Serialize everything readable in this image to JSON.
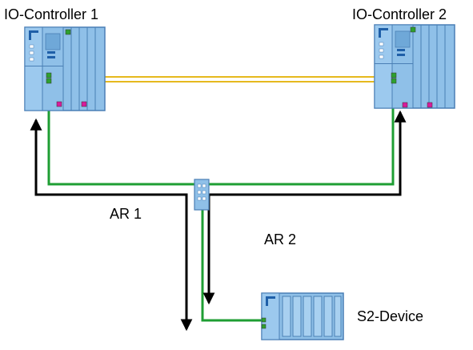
{
  "labels": {
    "controller_1": "IO-Controller 1",
    "controller_2": "IO-Controller 2",
    "device": "S2-Device",
    "ar_1": "AR 1",
    "ar_2": "AR 2"
  },
  "colors": {
    "module_fill": "#8fc0e8",
    "module_stroke": "#4a7fb5",
    "module_dark": "#1f5fa8",
    "port_green": "#2ea02e",
    "indicator_magenta": "#d81b9b",
    "network_green": "#1e9e33",
    "sync_link_yellow": "#e6b91e",
    "ar_arrow": "#000000"
  },
  "icons": {
    "controller": "plc-rack-icon",
    "device": "io-device-rack-icon",
    "switch": "network-switch-icon"
  }
}
